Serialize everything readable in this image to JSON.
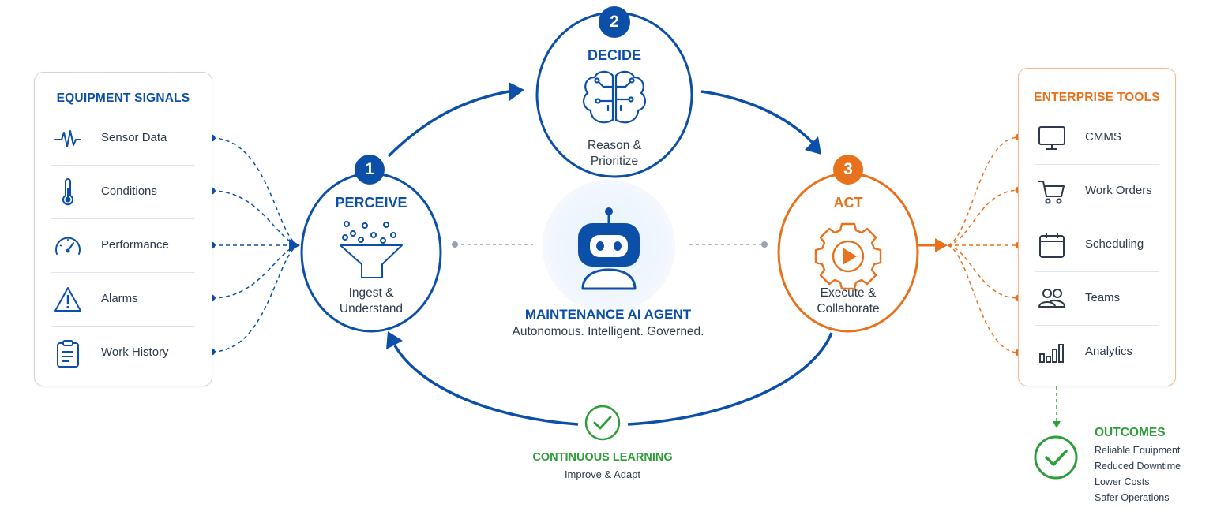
{
  "left_panel": {
    "title": "EQUIPMENT SIGNALS",
    "items": [
      {
        "label": "Sensor Data",
        "icon": "waveform-icon"
      },
      {
        "label": "Conditions",
        "icon": "thermometer-icon"
      },
      {
        "label": "Performance",
        "icon": "gauge-icon"
      },
      {
        "label": "Alarms",
        "icon": "warning-icon"
      },
      {
        "label": "Work History",
        "icon": "clipboard-icon"
      }
    ]
  },
  "right_panel": {
    "title": "ENTERPRISE TOOLS",
    "items": [
      {
        "label": "CMMS",
        "icon": "monitor-icon"
      },
      {
        "label": "Work Orders",
        "icon": "cart-icon"
      },
      {
        "label": "Scheduling",
        "icon": "calendar-icon"
      },
      {
        "label": "Teams",
        "icon": "people-icon"
      },
      {
        "label": "Analytics",
        "icon": "bar-chart-icon"
      }
    ]
  },
  "stages": {
    "perceive": {
      "number": "1",
      "title": "PERCEIVE",
      "sub": "Ingest & Understand",
      "icon": "funnel-icon"
    },
    "decide": {
      "number": "2",
      "title": "DECIDE",
      "sub": "Reason & Prioritize",
      "icon": "brain-icon"
    },
    "act": {
      "number": "3",
      "title": "ACT",
      "sub": "Execute & Collaborate",
      "icon": "gear-play-icon"
    }
  },
  "agent": {
    "title": "MAINTENANCE AI AGENT",
    "tagline": "Autonomous. Intelligent. Governed.",
    "icon": "robot-icon"
  },
  "learning": {
    "title": "CONTINUOUS LEARNING",
    "sub": "Improve & Adapt",
    "icon": "check-circle-icon"
  },
  "outcomes": {
    "title": "OUTCOMES",
    "items": [
      "Reliable Equipment",
      "Reduced Downtime",
      "Lower Costs",
      "Safer Operations"
    ],
    "icon": "check-circle-icon"
  },
  "colors": {
    "blue": "#0b4fa8",
    "orange": "#e8711c",
    "green": "#2e9e3a",
    "text": "#2c3a4b"
  }
}
